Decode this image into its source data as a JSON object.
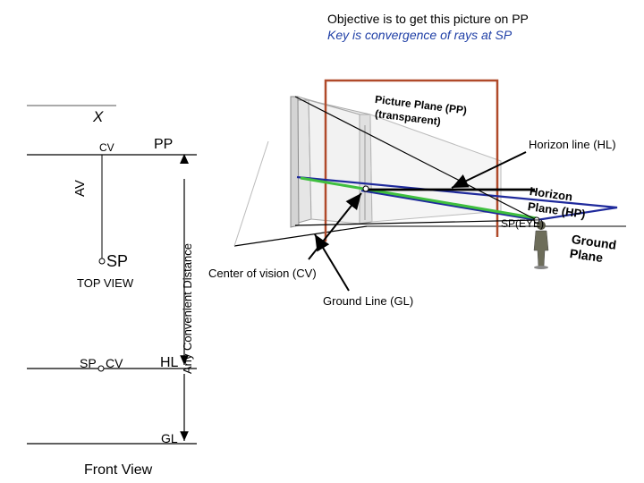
{
  "header": {
    "objective": "Objective is to get this picture on PP",
    "key": "Key is convergence of rays at SP"
  },
  "top_view": {
    "x_mark": "X",
    "cv": "CV",
    "pp": "PP",
    "av": "AV",
    "sp": "SP",
    "title": "TOP VIEW",
    "distance": "Any Convenient Distance"
  },
  "front_view": {
    "sp": "SP",
    "cv": "CV",
    "hl": "HL",
    "gl": "GL",
    "title": "Front View"
  },
  "perspective": {
    "picture_plane": "Picture Plane (PP)",
    "transparent": "(transparent)",
    "horizon_line": "Horizon line (HL)",
    "horizon": "Horizon",
    "horizon_plane": "Plane (HP)",
    "sp_eye": "SP(EYE)",
    "ground": "Ground",
    "plane": "Plane",
    "center_of_vision": "Center of vision (CV)",
    "ground_line": "Ground Line (GL)"
  },
  "colors": {
    "picture_plane_frame": "#b04a2a",
    "horizon_plane": "#1f2a9c",
    "green_ray": "#3fbf3f",
    "blue_text": "#1f3fa6"
  }
}
